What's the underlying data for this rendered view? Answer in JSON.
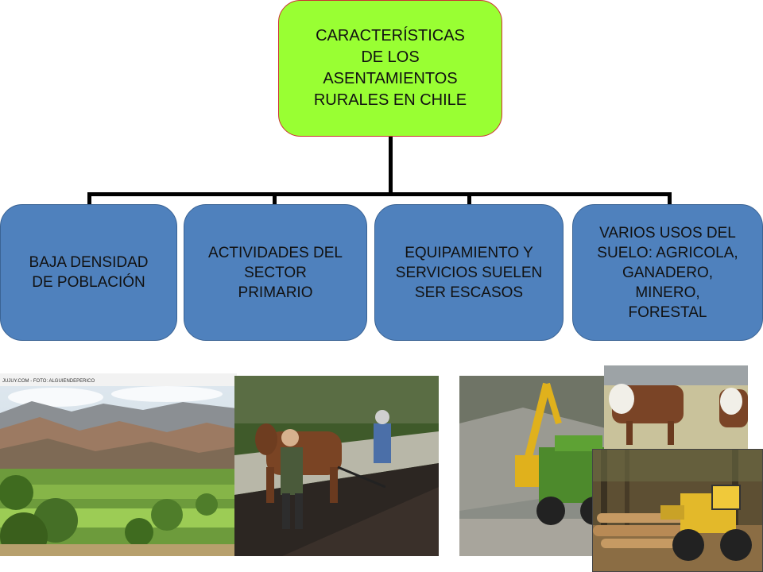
{
  "diagram": {
    "root": "CARACTERÍSTICAS\nDE LOS\nASENTAMIENTOS\nRURALES EN CHILE",
    "children": [
      "BAJA DENSIDAD\nDE POBLACIÓN",
      "ACTIVIDADES DEL\nSECTOR\nPRIMARIO",
      "EQUIPAMIENTO Y\nSERVICIOS SUELEN\nSER ESCASOS",
      "VARIOS USOS DEL\nSUELO: AGRICOLA,\nGANADERO,\nMINERO,\nFORESTAL"
    ]
  },
  "photos": {
    "valley_caption": "JUJUY.COM - FOTO: ALGUIENDEPERICO",
    "valley": "valley-landscape",
    "plowing": "farmers-plowing-with-ox",
    "mining": "mining-excavator-truck",
    "cattle": "hereford-cattle",
    "forestry": "logging-loader"
  }
}
